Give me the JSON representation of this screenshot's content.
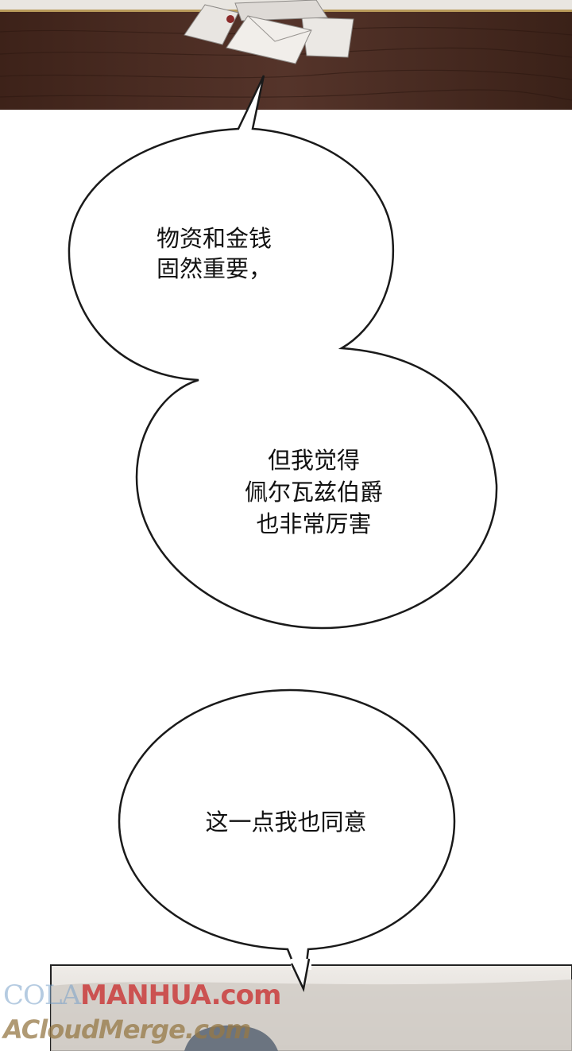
{
  "bubbles": {
    "first": {
      "line1": "物资和金钱",
      "line2": "固然重要，"
    },
    "second": {
      "line1": "但我觉得",
      "line2": "佩尔瓦兹伯爵",
      "line3": "也非常厉害"
    },
    "third": {
      "line1": "这一点我也同意"
    }
  },
  "watermark": {
    "line1_a": "COLA",
    "line1_b": "MANHUA.com",
    "line2": "ACloudMerge.com"
  },
  "colors": {
    "table_wood": "#4a2d22",
    "page_bg": "#ffffff",
    "bubble_stroke": "#1a1a1a",
    "bottom_panel": "#e4e0dc"
  }
}
